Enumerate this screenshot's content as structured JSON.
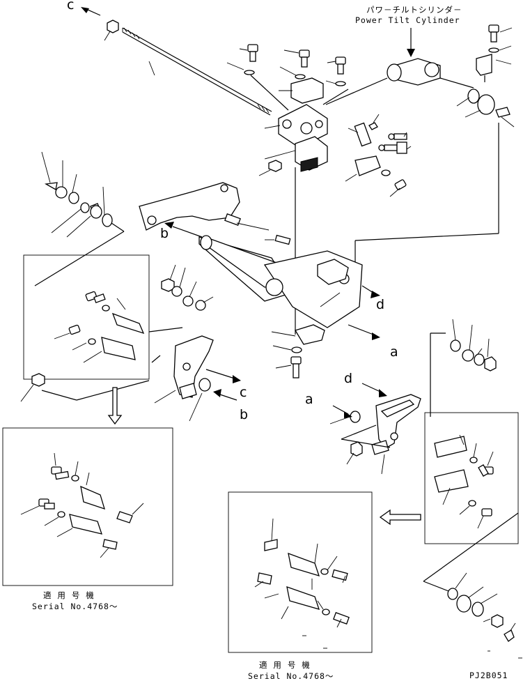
{
  "callouts": {
    "c_top": "c",
    "b_left": "b",
    "d_right": "d",
    "a_mid": "a",
    "c_lower": "c",
    "b_lower": "b",
    "d_lower": "d",
    "a_lower": "a"
  },
  "cylinder_label_jp": "パワ－チルトシリンダ－",
  "cylinder_label_en": "Power Tilt Cylinder",
  "serial_left_jp": "適 用 号 機",
  "serial_left": "Serial No.4768～",
  "serial_right_jp": "適 用 号 機",
  "serial_right": "Serial No.4768～",
  "drawing_code": "PJ2B051"
}
